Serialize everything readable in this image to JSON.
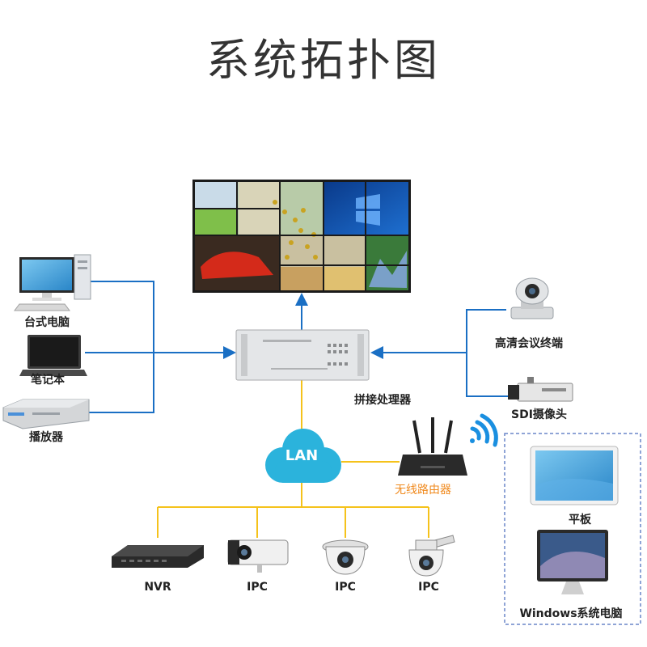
{
  "title": "系统拓扑图",
  "labels": {
    "desktop": "台式电脑",
    "laptop": "笔记本",
    "player": "播放器",
    "conference": "高清会议终端",
    "sdi_camera": "SDI摄像头",
    "processor": "拼接处理器",
    "lan": "LAN",
    "router": "无线路由器",
    "tablet": "平板",
    "windows_pc": "Windows系统电脑",
    "nvr": "NVR",
    "ipc1": "IPC",
    "ipc2": "IPC",
    "ipc3": "IPC"
  },
  "colors": {
    "blue_link": "#1a6fc4",
    "yellow_link": "#f5c21b",
    "lan_cloud": "#2bb3dc",
    "router_label": "#f08a1e",
    "dashed_box": "#6a86c9"
  }
}
